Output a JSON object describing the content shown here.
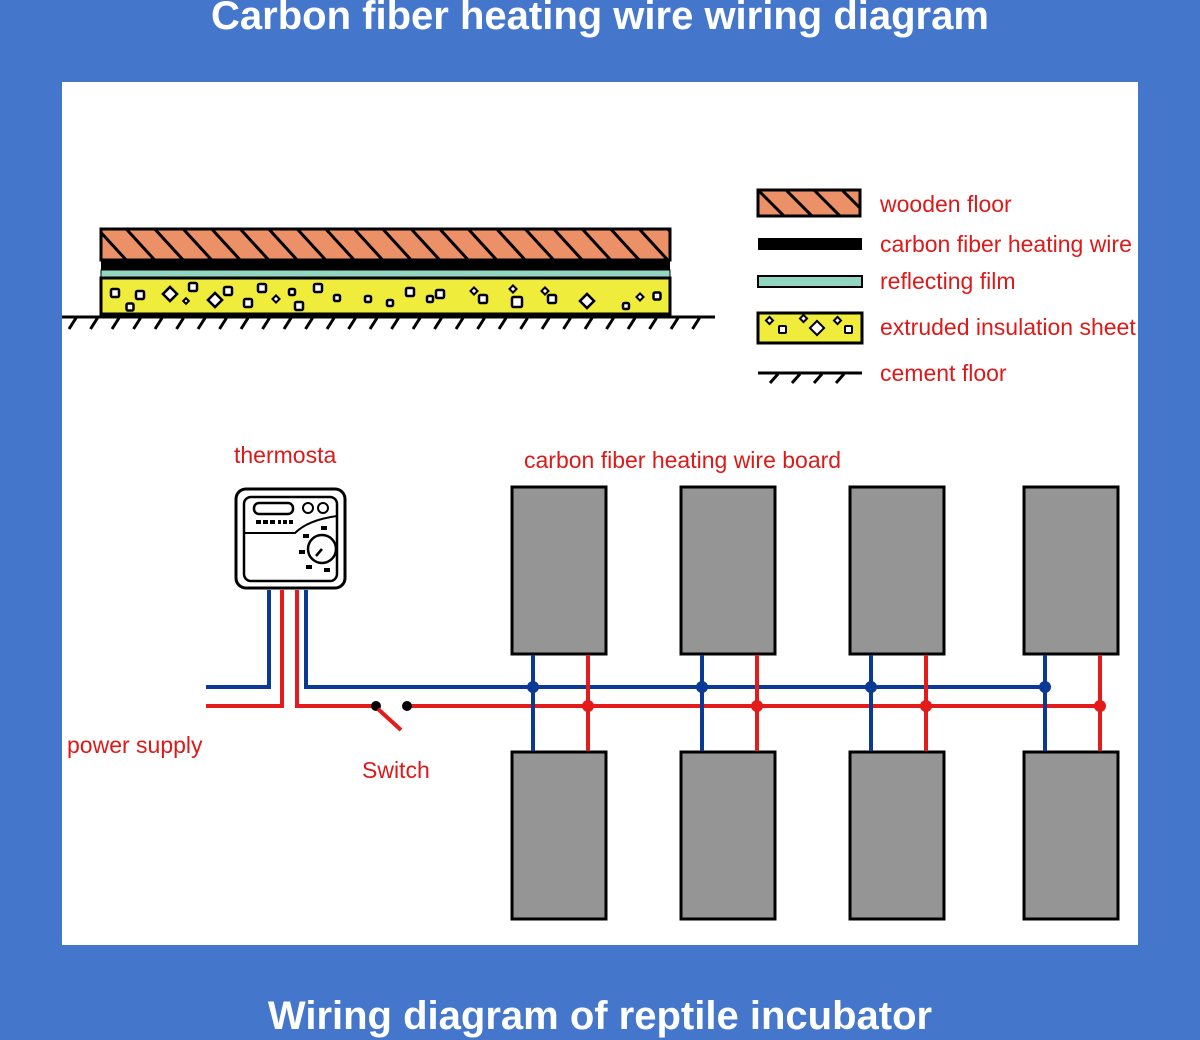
{
  "header": {
    "title": "Carbon fiber heating wire wiring diagram"
  },
  "footer": {
    "title": "Wiring diagram of reptile incubator"
  },
  "colors": {
    "background": "#4477cc",
    "panel": "#ffffff",
    "label_red": "#dd1a1a",
    "wire_blue": "#0a3a96",
    "wire_red": "#e41b1b",
    "wood": "#ec9068",
    "film": "#92d5c0",
    "insulation": "#f0ec3c",
    "board_gray": "#959595"
  },
  "legend": {
    "items": [
      {
        "key": "wooden-floor",
        "label": "wooden floor"
      },
      {
        "key": "heating-wire",
        "label": "carbon fiber heating wire"
      },
      {
        "key": "reflecting-film",
        "label": "reflecting film"
      },
      {
        "key": "insulation-sheet",
        "label": "extruded insulation sheet"
      },
      {
        "key": "cement-floor",
        "label": "cement floor"
      }
    ]
  },
  "circuit": {
    "thermostat_label": "thermosta",
    "board_label": "carbon fiber heating wire board",
    "power_label": "power supply",
    "switch_label": "Switch",
    "board_columns": 4,
    "board_rows": 2
  }
}
